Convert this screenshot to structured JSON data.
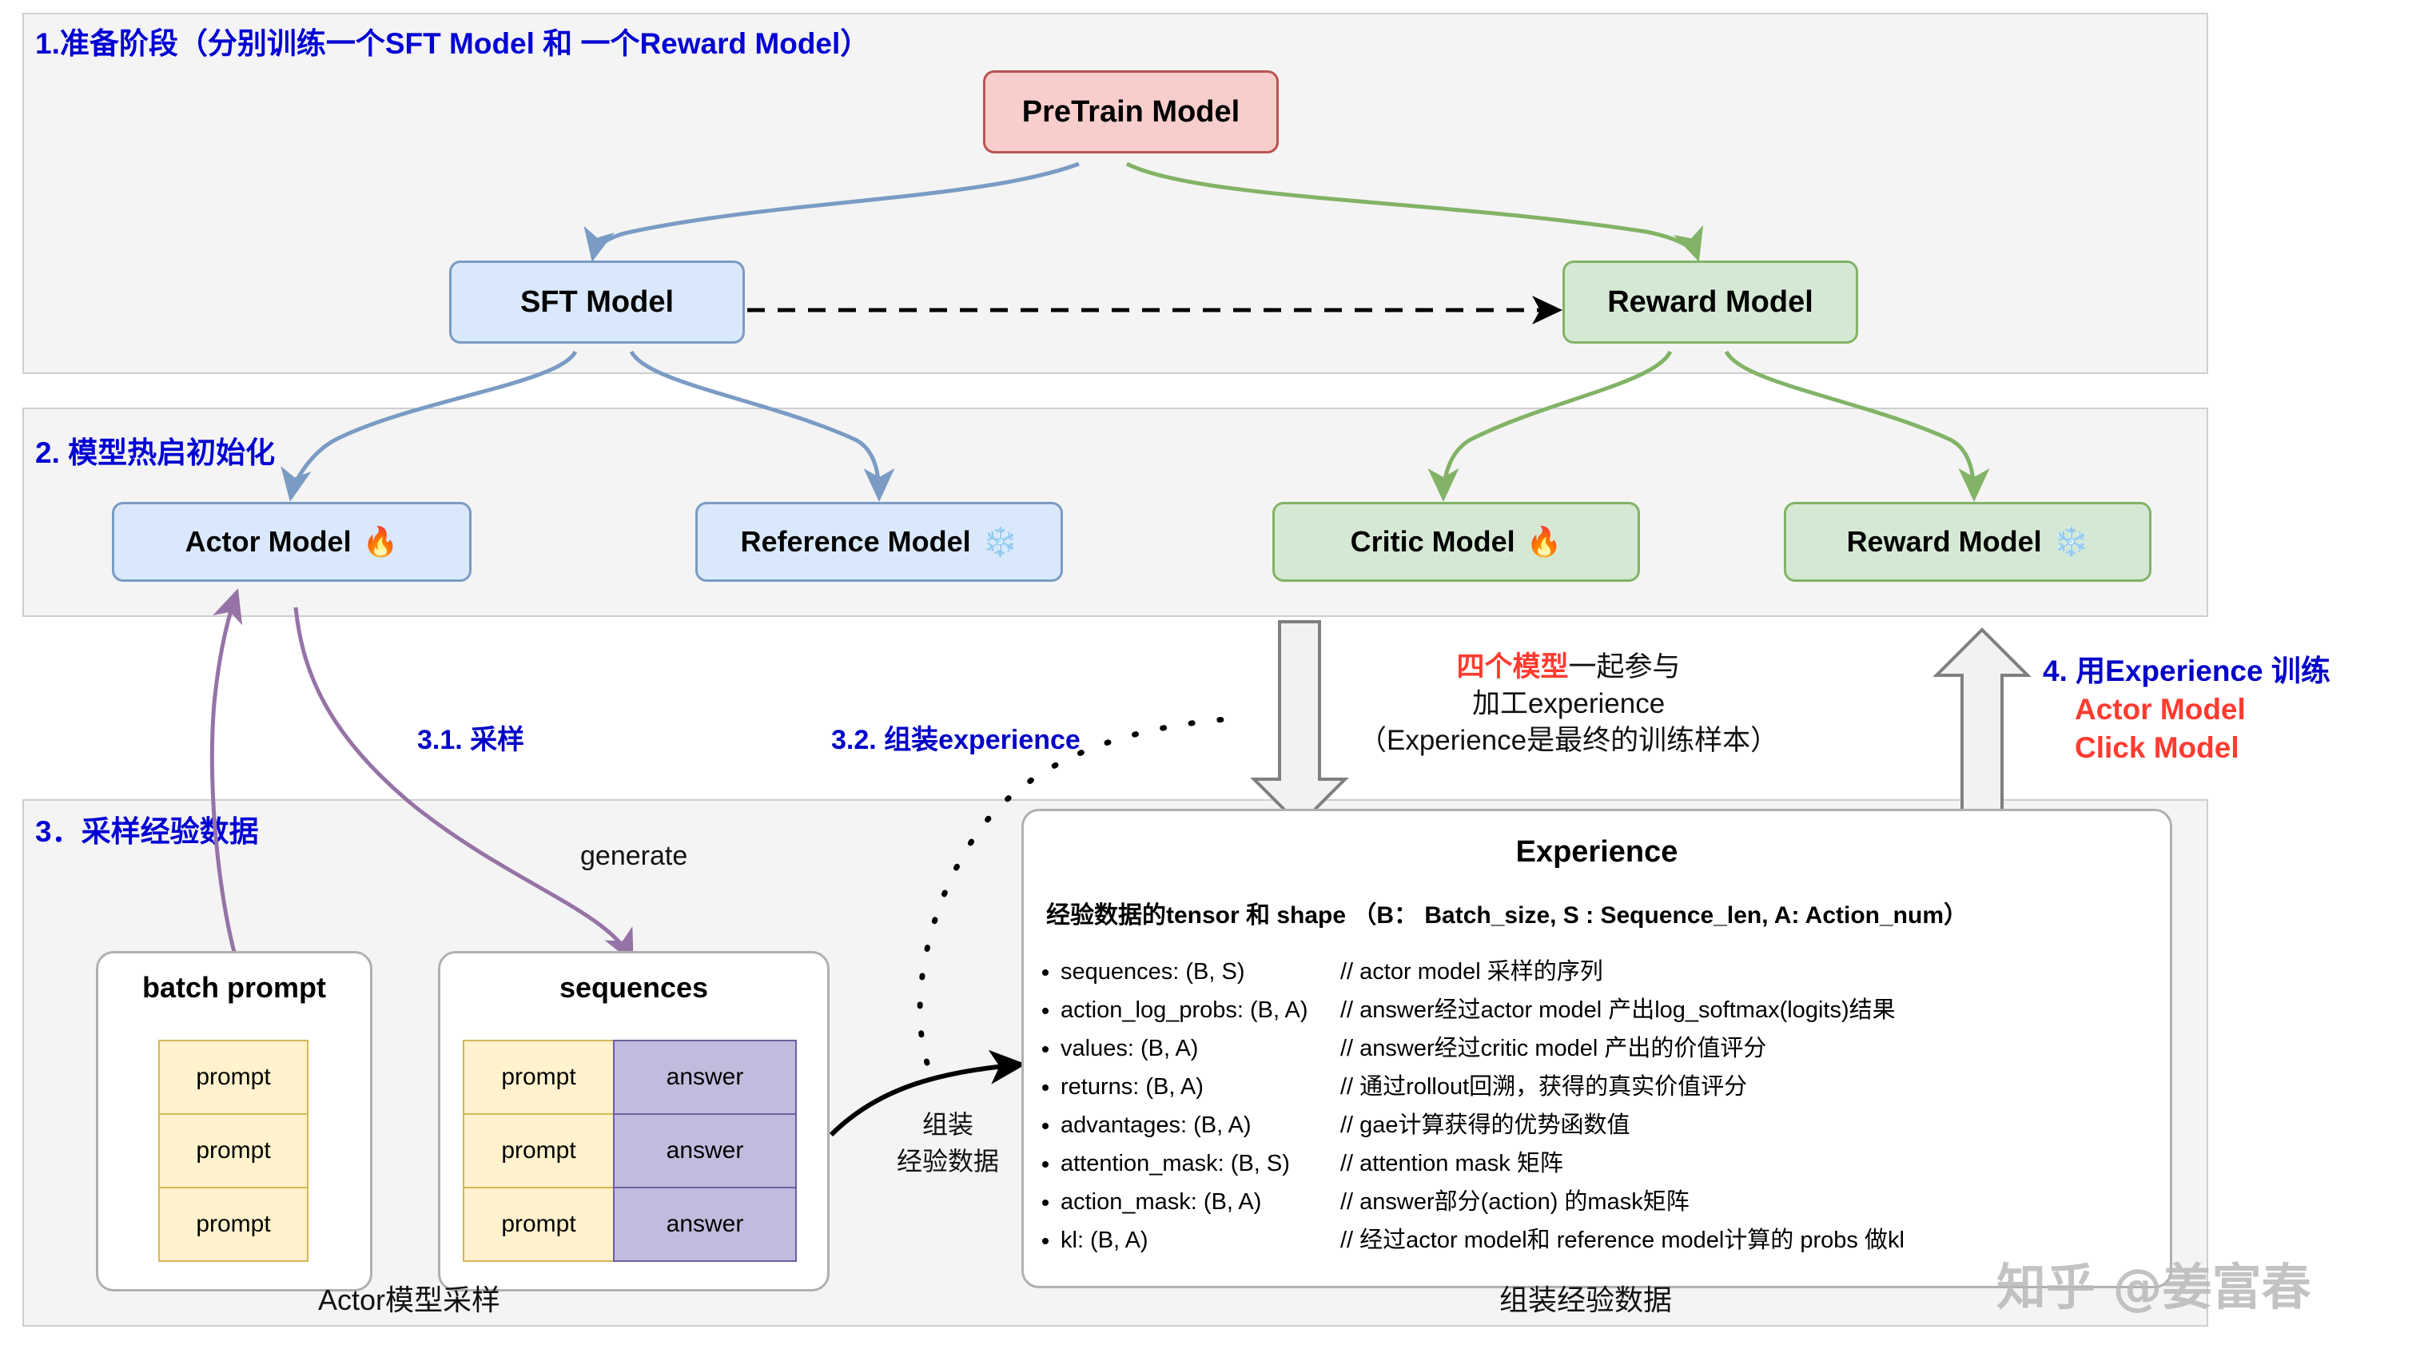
{
  "sections": {
    "s1": {
      "title": "1.准备阶段（分别训练一个SFT Model 和 一个Reward Model）"
    },
    "s2": {
      "title": "2. 模型热启初始化"
    },
    "s3": {
      "title": "3．采样经验数据"
    }
  },
  "nodes": {
    "pretrain": {
      "label": "PreTrain  Model"
    },
    "sft": {
      "label": "SFT  Model"
    },
    "reward_top": {
      "label": "Reward  Model"
    },
    "actor": {
      "label": "Actor Model",
      "emoji": "🔥"
    },
    "reference": {
      "label": "Reference Model",
      "emoji": "❄️"
    },
    "critic": {
      "label": "Critic Model",
      "emoji": "🔥"
    },
    "reward_bottom": {
      "label": "Reward Model",
      "emoji": "❄️"
    }
  },
  "edge_labels": {
    "sample": "3.1. 采样",
    "assemble_exp": "3.2. 组装experience",
    "generate": "generate",
    "assemble_data_l1": "组装",
    "assemble_data_l2": "经验数据"
  },
  "annotations": {
    "center": {
      "l1_red": "四个模型",
      "l1_black": "一起参与",
      "l2": "加工experience",
      "l3": "（Experience是最终的训练样本）"
    },
    "right": {
      "l1": "4. 用Experience 训练",
      "l2": "Actor Model",
      "l3": "Click Model"
    }
  },
  "batch_prompt": {
    "title": "batch prompt",
    "rows": [
      "prompt",
      "prompt",
      "prompt"
    ]
  },
  "sequences": {
    "title": "sequences",
    "rows": [
      {
        "prompt": "prompt",
        "answer": "answer"
      },
      {
        "prompt": "prompt",
        "answer": "answer"
      },
      {
        "prompt": "prompt",
        "answer": "answer"
      }
    ]
  },
  "experience": {
    "title": "Experience",
    "subtitle": "经验数据的tensor 和 shape （B： Batch_size, S : Sequence_len,  A: Action_num）",
    "items": [
      {
        "name": "sequences: (B, S)",
        "comment": "// actor model 采样的序列"
      },
      {
        "name": "action_log_probs: (B, A)",
        "comment": "// answer经过actor model 产出log_softmax(logits)结果"
      },
      {
        "name": "values: (B, A)",
        "comment": "// answer经过critic model 产出的价值评分"
      },
      {
        "name": "returns: (B, A)",
        "comment": "// 通过rollout回溯，获得的真实价值评分"
      },
      {
        "name": "advantages: (B, A)",
        "comment": "// gae计算获得的优势函数值"
      },
      {
        "name": "attention_mask: (B, S)",
        "comment": "// attention mask 矩阵"
      },
      {
        "name": "action_mask: (B, A)",
        "comment": "// answer部分(action) 的mask矩阵"
      },
      {
        "name": "kl: (B, A)",
        "comment": "// 经过actor model和 reference model计算的 probs 做kl"
      }
    ]
  },
  "captions": {
    "actor_sampling": "Actor模型采样",
    "assemble_experience": "组装经验数据"
  },
  "watermark": {
    "text": "知乎 @姜富春"
  },
  "colors": {
    "panel_bg": "#f4f4f4",
    "panel_border": "#cfcfcf",
    "blue_title": "#0000d4",
    "red_accent": "#ff3b30",
    "node_red_bg": "#f8cecc",
    "node_red_border": "#b85450",
    "node_blue_bg": "#dae8fc",
    "node_blue_border": "#7a9bc4",
    "node_green_bg": "#d5e8d4",
    "node_green_border": "#82b366",
    "prompt_bg": "#fff2cc",
    "prompt_border": "#d6b656",
    "answer_bg": "#c3bbdd",
    "answer_border": "#6c5fa0",
    "edge_blue": "#6c8ebf",
    "edge_green": "#82b366",
    "edge_purple": "#9673a6",
    "edge_black": "#000000"
  }
}
